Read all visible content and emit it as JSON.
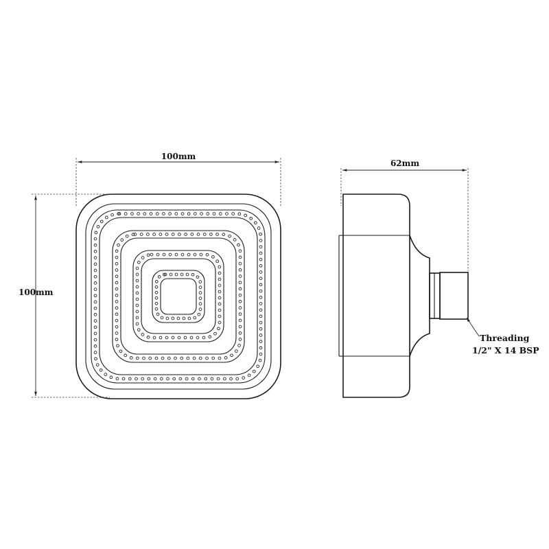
{
  "front_view": {
    "width_label": "100mm",
    "height_label": "100mm"
  },
  "side_view": {
    "depth_label": "62mm",
    "note_line1": "Threading",
    "note_line2": "1/2\" X 14 BSP"
  },
  "colors": {
    "line": "#1a1a1a",
    "background": "#ffffff"
  }
}
